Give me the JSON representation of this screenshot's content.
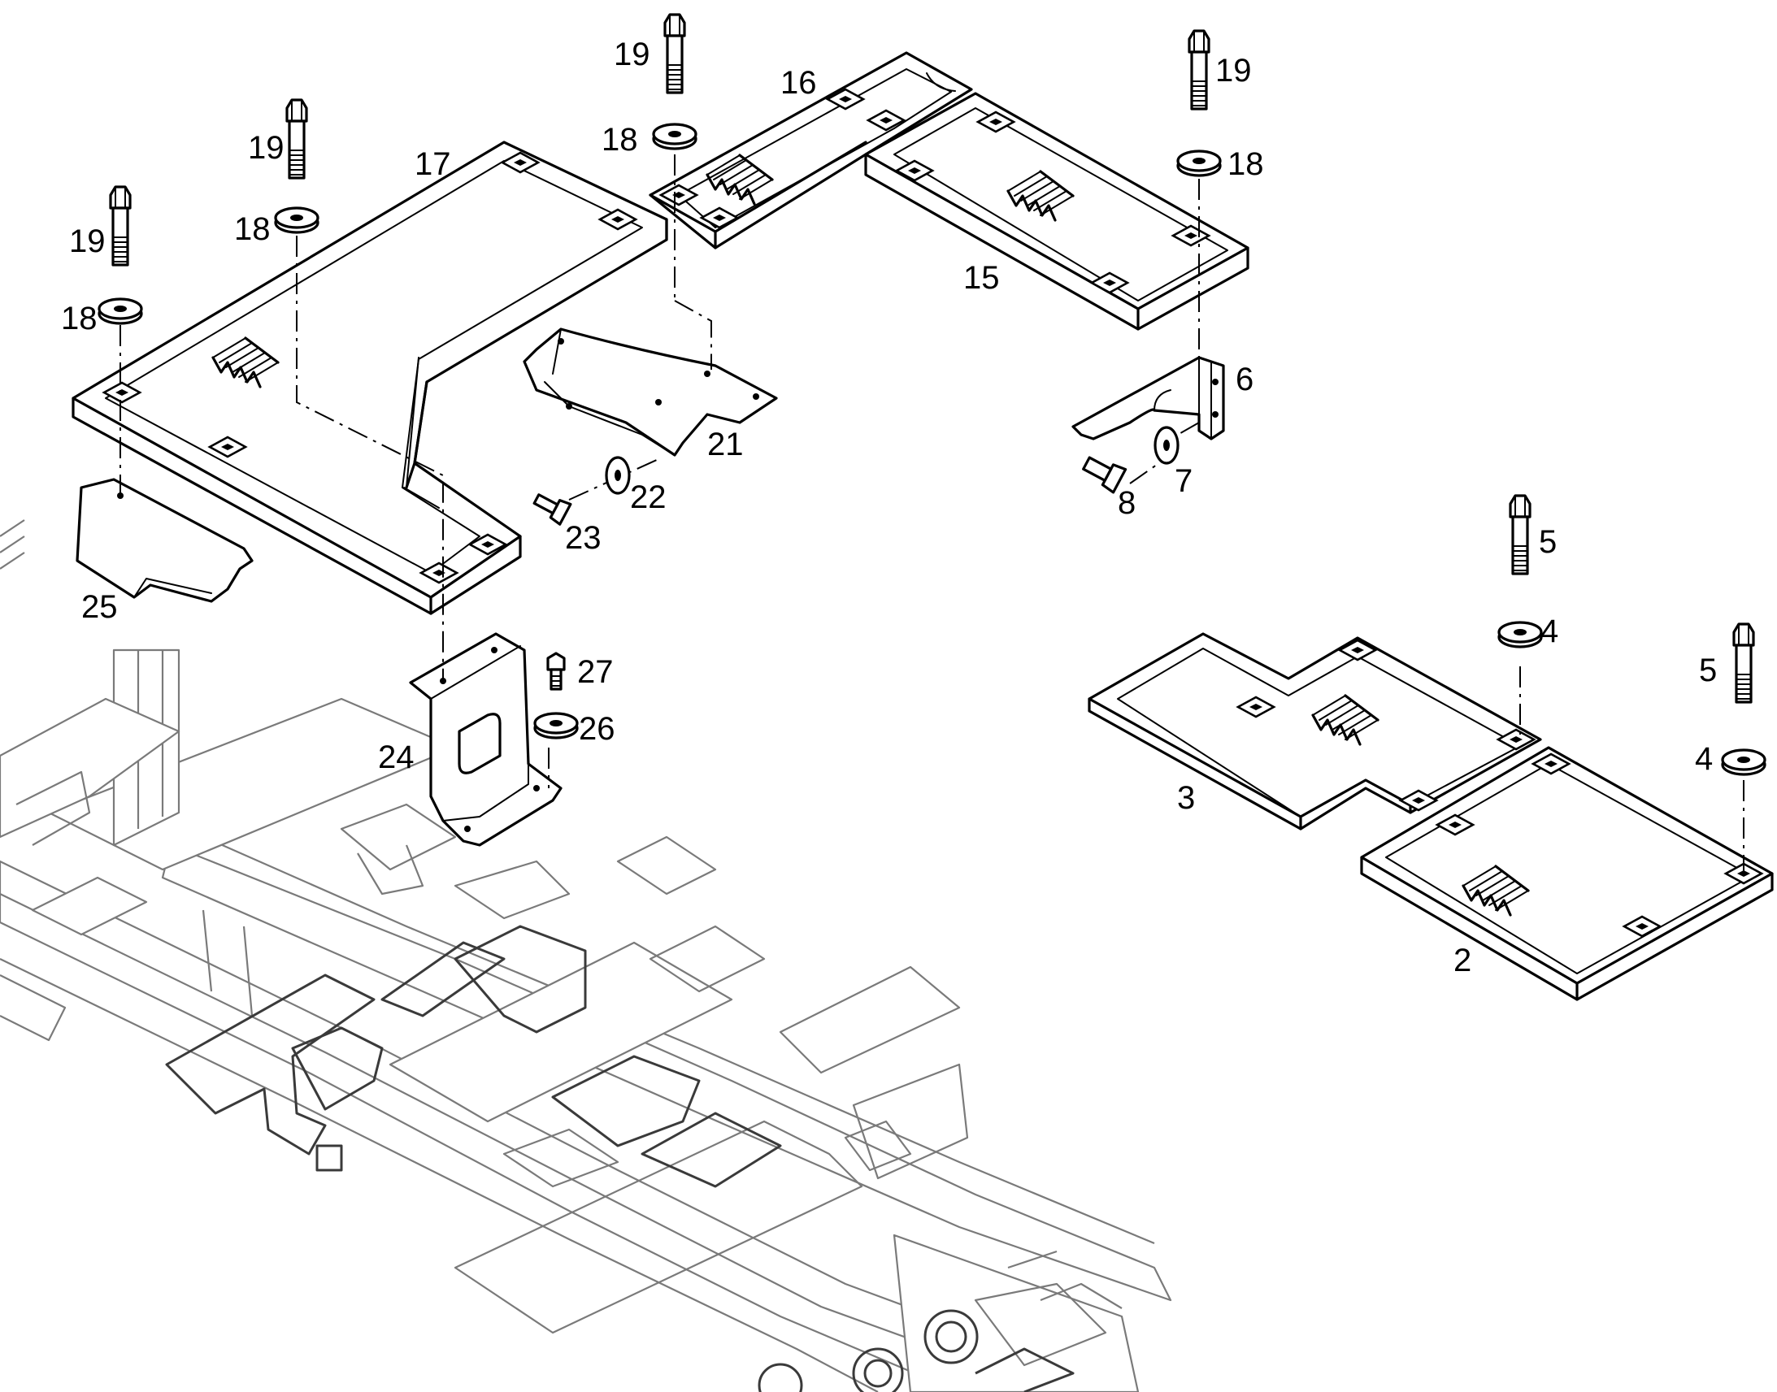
{
  "labels": {
    "p2": "2",
    "p3": "3",
    "p4a": "4",
    "p4b": "4",
    "p5a": "5",
    "p5b": "5",
    "p6": "6",
    "p7": "7",
    "p8": "8",
    "p15": "15",
    "p16": "16",
    "p17": "17",
    "p18a": "18",
    "p18b": "18",
    "p18c": "18",
    "p18d": "18",
    "p19a": "19",
    "p19b": "19",
    "p19c": "19",
    "p19d": "19",
    "p21": "21",
    "p22": "22",
    "p23": "23",
    "p24": "24",
    "p25": "25",
    "p26": "26",
    "p27": "27"
  }
}
